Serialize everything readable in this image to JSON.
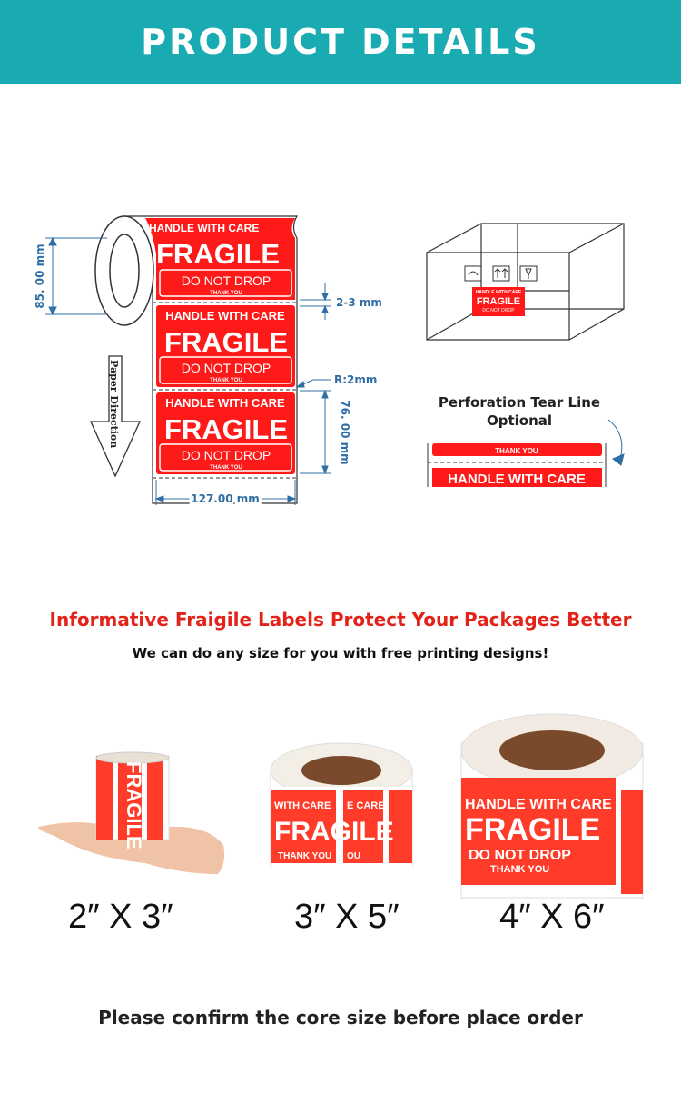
{
  "header": {
    "title": "PRODUCT DETAILS",
    "bg_color": "#1aaab2"
  },
  "diagram": {
    "roll_height": "85. 00 mm",
    "gap": "2-3 mm",
    "radius": "R:2mm",
    "label_height": "76. 00 mm",
    "width": "127.00 mm",
    "direction": "Paper Direction",
    "label_text": {
      "top": "HANDLE WITH CARE",
      "main": "FRAGILE",
      "bottom": "DO NOT DROP",
      "small": "THANK YOU"
    },
    "perforation_title_1": "Perforation Tear Line",
    "perforation_title_2": "Optional"
  },
  "headline": "Informative Fraigile Labels Protect Your Packages Better",
  "subline": "We can do any size for you with free printing designs!",
  "sizes": [
    "2″ X 3″",
    "3″ X 5″",
    "4″ X 6″"
  ],
  "roll_text": {
    "r2_a": "WITH CARE",
    "r2_b": "E CARE",
    "r2_main": "FRAGILE",
    "r2_small": "THANK YOU",
    "r2_c": "OU"
  },
  "footer": "Please confirm the core size before place order",
  "colors": {
    "label_red": "#ff1a1a",
    "dimension_blue": "#2f6fa5"
  }
}
